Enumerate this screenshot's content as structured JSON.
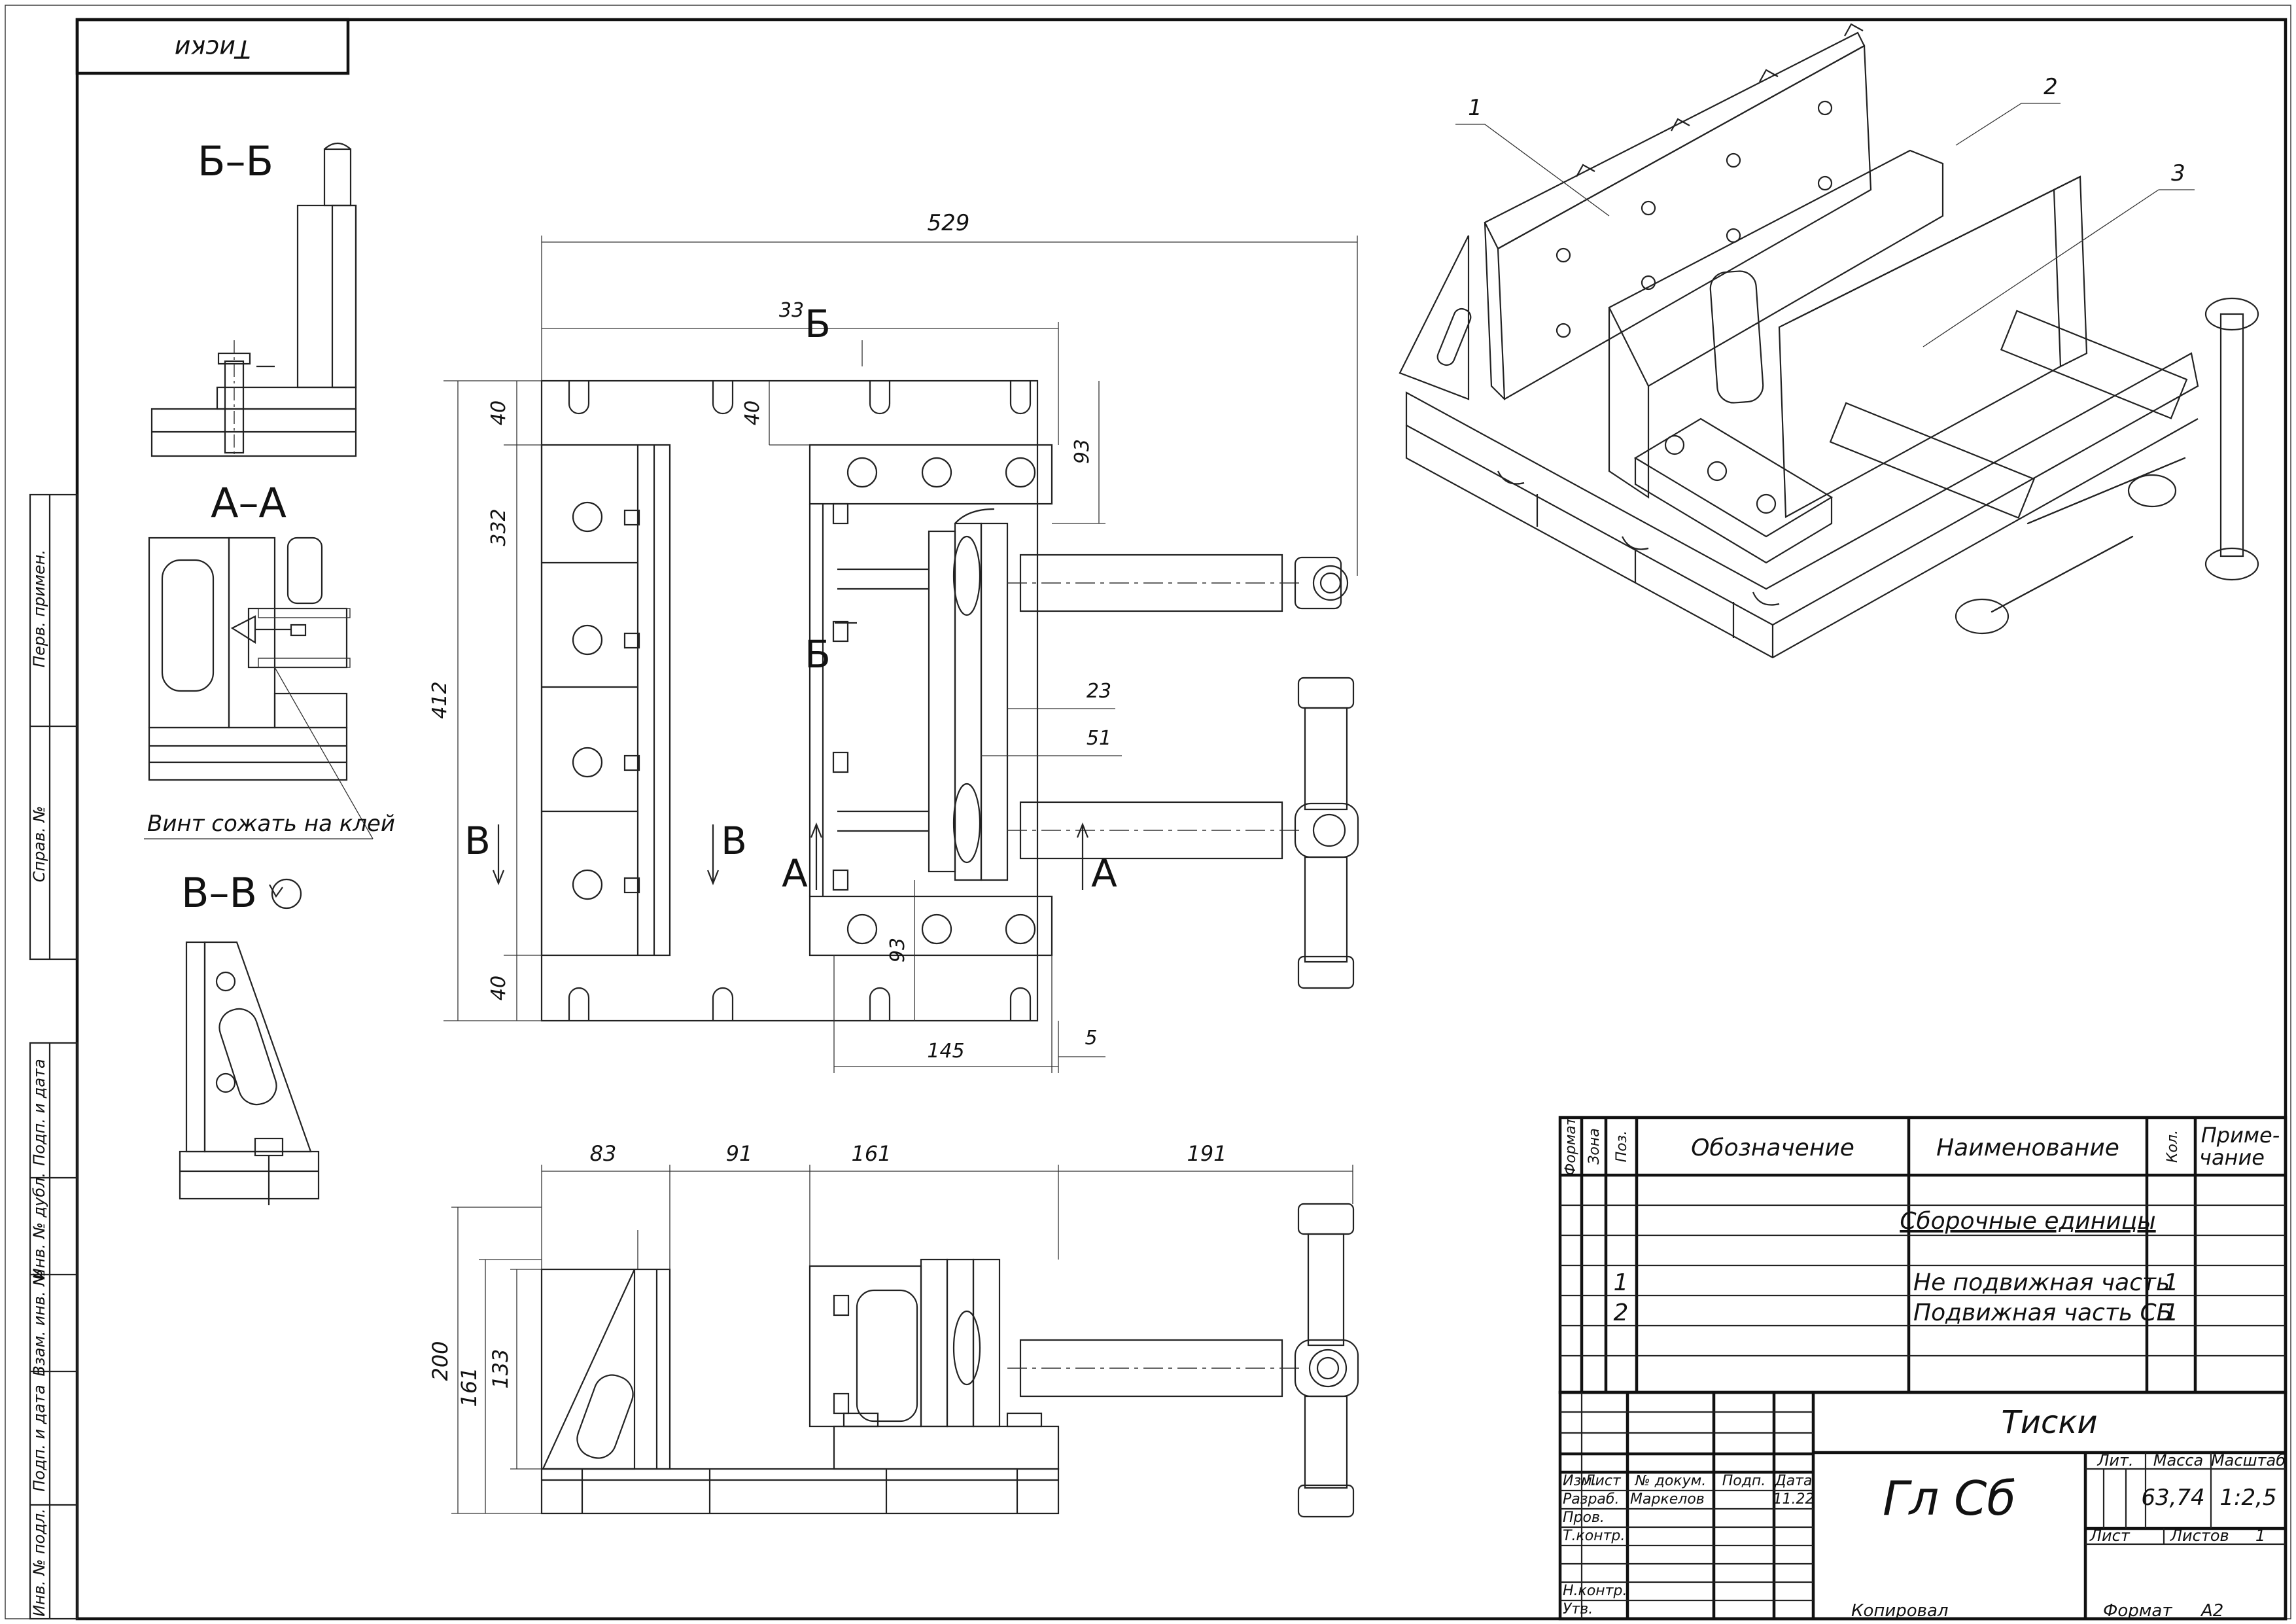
{
  "drawing": {
    "corner_stamp": "Тиски",
    "sections": {
      "bb": "Б–Б",
      "aa": "А–А",
      "vv": "В–В"
    },
    "note": "Винт сожать на клей",
    "markers": {
      "b": "Б",
      "a": "А",
      "v": "В"
    },
    "positions": [
      "1",
      "2",
      "3"
    ]
  },
  "dimensions": {
    "top_view": [
      "529",
      "33",
      "40",
      "40",
      "93",
      "332",
      "412",
      "40",
      "93",
      "23",
      "51",
      "145",
      "5"
    ],
    "front_view": [
      "83",
      "91",
      "161",
      "191",
      "200",
      "161",
      "133"
    ]
  },
  "side_strip": [
    {
      "label": "Перв. примен."
    },
    {
      "label": "Справ. №"
    },
    {
      "label": "Подп. и дата"
    },
    {
      "label": "Инв. № дубл."
    },
    {
      "label": "Взам. инв. №"
    },
    {
      "label": "Подп. и дата"
    },
    {
      "label": "Инв. № подл."
    }
  ],
  "spec": {
    "headers": {
      "format": "Формат",
      "zone": "Зона",
      "pos": "Поз.",
      "designation": "Обозначение",
      "name": "Наименование",
      "qty": "Кол.",
      "note_line1": "Приме-",
      "note_line2": "чание"
    },
    "section_title": "Сборочные единицы",
    "rows": [
      {
        "pos": "1",
        "name": "Не подвижная часть",
        "qty": "1"
      },
      {
        "pos": "2",
        "name": "Подвижная часть СБ",
        "qty": "1"
      }
    ]
  },
  "title_block": {
    "name": "Тиски",
    "code": "Гл Сб",
    "col_headers": [
      "Изм.",
      "Лист",
      "№ докум.",
      "Подп.",
      "Дата"
    ],
    "roles": [
      "Разраб.",
      "Пров.",
      "Т.контр.",
      "Н.контр.",
      "Утв."
    ],
    "developer": "Маркелов",
    "date": "11.22",
    "lit_label": "Лит.",
    "mass_label": "Масса",
    "scale_label": "Масштаб",
    "mass": "63,74",
    "scale": "1:2,5",
    "sheet_label": "Лист",
    "sheets_label": "Листов",
    "sheets": "1"
  },
  "footer": {
    "copied": "Копировал",
    "format_label": "Формат",
    "format": "А2"
  }
}
